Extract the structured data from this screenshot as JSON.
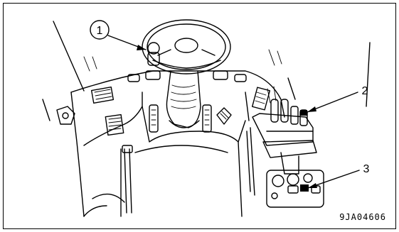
{
  "callouts": [
    {
      "number": "1"
    },
    {
      "number": "2"
    },
    {
      "number": "3"
    }
  ],
  "figure_code": "9JA04606"
}
